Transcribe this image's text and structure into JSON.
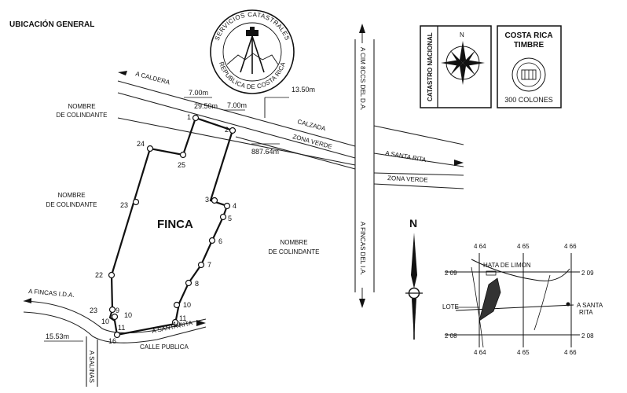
{
  "header": {
    "title": "UBICACIÓN GENERAL"
  },
  "seal": {
    "top_text": "SERVICIOS CATASTRALES",
    "bottom_text": "REPUBLICA DE COSTA RICA"
  },
  "roads": {
    "caldera": "A CALDERA",
    "calzada": "CALZADA",
    "zona_verde_north": "ZONA VERDE",
    "zona_verde_south": "ZONA VERDE",
    "santa_rita": "A SANTA RITA",
    "vertical_north": "A CIM 8CCS DEL D.A.",
    "vertical_south": "A FINCAS DEL I.A.",
    "fincas_ida": "A FINCAS I.D.A.",
    "santa_rita_small": "A SANTA RITA",
    "calle_publica": "CALLE PUBLICA",
    "salinas": "A SALINAS"
  },
  "measures": {
    "d_13_50": "13.50m",
    "d_7_00_a": "7.00m",
    "d_7_00_b": "7.00m",
    "d_29_50": "29.50m",
    "d_887_64": "887.64m",
    "d_15_53": "15.53m"
  },
  "neighbors": {
    "nw": [
      "NOMBRE",
      "DE COLINDANTE"
    ],
    "w": [
      "NOMBRE",
      "DE COLINDANTE"
    ],
    "e": [
      "NOMBRE",
      "DE COLINDANTE"
    ]
  },
  "finca_label": "FINCA",
  "vertices": {
    "v1": "1",
    "v2": "2",
    "v3": "3",
    "v4": "4",
    "v5": "5",
    "v6": "6",
    "v7": "7",
    "v8": "8",
    "v10a": "10",
    "v11a": "11",
    "v10b": "10",
    "v16": "16",
    "v11b": "11",
    "v10c": "10",
    "v10d": "10",
    "v9": "9",
    "v23b": "23",
    "v22": "22",
    "v23": "23",
    "v24": "24",
    "v25": "25"
  },
  "catastro_box": {
    "vertical_text": "CATASTRO NACIONAL",
    "north_letter": "N"
  },
  "timbre": {
    "title_line1": "COSTA RICA",
    "title_line2": "TIMBRE",
    "value": "300 COLONES"
  },
  "north_arrow": {
    "letter": "N"
  },
  "location_map": {
    "x_ticks_top": [
      "4 64",
      "4 65",
      "4 66"
    ],
    "x_ticks_bottom": [
      "4 64",
      "4 65",
      "4 66"
    ],
    "y_ticks_left": [
      "2 09",
      "2 08"
    ],
    "y_ticks_right": [
      "2 09",
      "2 08"
    ],
    "place": "HATA DE LIMON",
    "lote": "LOTE",
    "santa_rita_line1": "A SANTA",
    "santa_rita_line2": "RITA"
  }
}
